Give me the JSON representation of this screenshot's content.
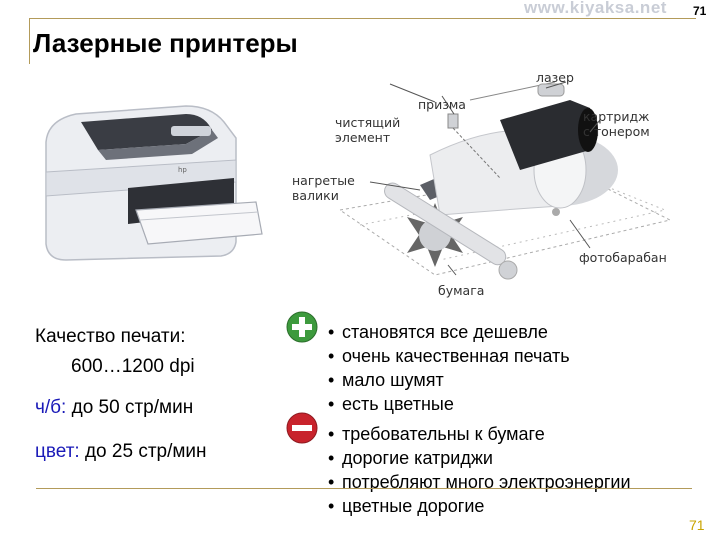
{
  "header": {
    "watermark": "www.kiyaksa.net",
    "page_number_top": "71",
    "title": "Лазерные принтеры"
  },
  "diagram": {
    "labels": {
      "laser": "лазер",
      "prism": "призма",
      "cleaning_line1": "чистящий",
      "cleaning_line2": "элемент",
      "cartridge_line1": "картридж",
      "cartridge_line2": "с тонером",
      "rollers_line1": "нагретые",
      "rollers_line2": "валики",
      "drum": "фотобарабан",
      "paper": "бумага"
    }
  },
  "specs": {
    "quality_label": "Качество печати:",
    "quality_value": "600…1200 dpi",
    "bw_key": "ч/б:",
    "bw_value": "до 50 стр/мин",
    "color_key": "цвет:",
    "color_value": "до 25 стр/мин"
  },
  "pros": [
    "становятся все дешевле",
    "очень качественная печать",
    "мало шумят",
    "есть цветные"
  ],
  "cons": [
    "требовательны к бумаге",
    "дорогие катриджи",
    "потребляют много электроэнергии",
    "цветные дорогие"
  ],
  "footer": {
    "page_number_bottom": "71"
  },
  "colors": {
    "plus_green": "#3d9a3d",
    "minus_red": "#c8232c",
    "rule_gold": "#b39b5a",
    "key_blue": "#1a1ab8"
  }
}
